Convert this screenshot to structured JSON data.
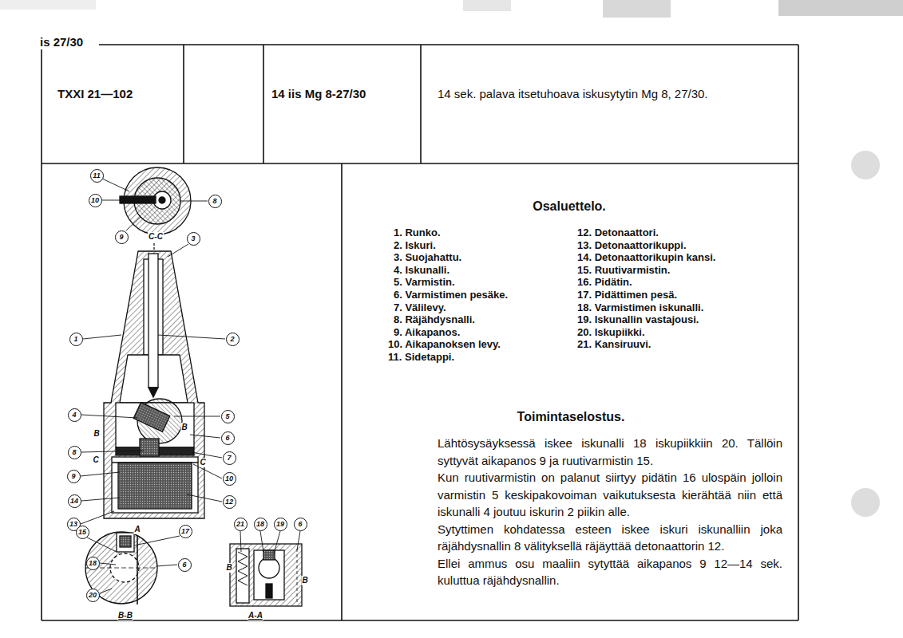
{
  "diagram": {
    "title": "14 sek. palava itsetuhoava iskusytytin Mg 8, 27/30.",
    "labels": [
      "is 27/30",
      "TXXI 21—102",
      "14 iis Mg 8-27/30",
      "Osaluettelo.",
      "1. Runko.",
      "2. Iskuri.",
      "3. Suojahattu.",
      "4. Iskunalli.",
      "5. Varmistin.",
      "6. Varmistimen pesäke.",
      "7. Välilevy.",
      "8. Räjähdysnalli.",
      "9. Aikapanos.",
      "10. Aikapanoksen levy.",
      "11. Sidetappi.",
      "12. Detonaattori.",
      "13. Detonaattorikuppi.",
      "14. Detonaattorikupin kansi.",
      "15. Ruutivarmistin.",
      "16. Pidätin.",
      "17. Pidättimen pesä.",
      "18. Varmistimen iskunalli.",
      "19. Iskunallin vastajousi.",
      "20. Iskupiikki.",
      "21. Kansiruuvi.",
      "Toimintaselostus.",
      "Lähtösysäyksessä iskee iskunalli 18 iskupiikkiin 20. Tällöin syttyvät aikapanos 9 ja ruutivarmistin 15.",
      "Kun ruutivarmistin on palanut siirtyy pidätin 16 ulospäin jolloin varmistin 5 keskipakovoiman vaikutuksesta kierähtää niin että iskunalli 4 joutuu iskurin 2 piikin alle.",
      "Sytyttimen kohdatessa esteen iskee iskuri iskunalliin joka räjähdysnallin 8 välityksellä räjäyttää detonaattorin 12.",
      "Ellei ammus osu maaliin sytyttää aikapanos 9 12—14 sek. kuluttua räjähdysnallin.",
      "11",
      "10",
      "8",
      "9",
      "C-C",
      "3",
      "1",
      "2",
      "4",
      "5",
      "B",
      "B",
      "6",
      "8",
      "C",
      "C",
      "7",
      "9",
      "10",
      "14",
      "12",
      "13",
      "15",
      "A",
      "17",
      "21",
      "18",
      "19",
      "6",
      "18",
      "6",
      "B",
      "B",
      "20",
      "B-B",
      "A-A"
    ]
  }
}
